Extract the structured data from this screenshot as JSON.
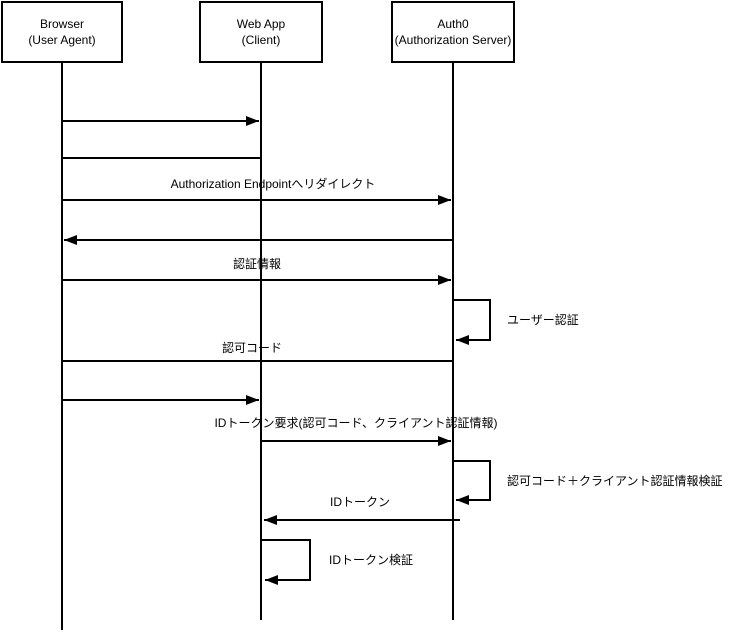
{
  "diagram": {
    "kind": "sequence-diagram",
    "background_color": "#ffffff",
    "line_color": "#000000",
    "text_color": "#000000"
  },
  "actors": [
    {
      "id": "browser",
      "line1": "Browser",
      "line2": "(User Agent)"
    },
    {
      "id": "web-app",
      "line1": "Web App",
      "line2": "(Client)"
    },
    {
      "id": "auth0",
      "line1": "Auth0",
      "line2": "(Authorization Server)"
    }
  ],
  "messages": [
    {
      "from": "Browser",
      "to": "Web App",
      "label": "",
      "style": "arrow"
    },
    {
      "from": "Browser",
      "to": "Web App",
      "label": "",
      "style": "plain-line"
    },
    {
      "from": "Browser",
      "to": "Auth0",
      "label": "Authorization Endpointへリダイレクト",
      "style": "arrow"
    },
    {
      "from": "Auth0",
      "to": "Browser",
      "label": "",
      "style": "arrow"
    },
    {
      "from": "Browser",
      "to": "Auth0",
      "label": "認証情報",
      "style": "arrow"
    },
    {
      "from": "Auth0",
      "to": "Auth0",
      "label": "ユーザー認証",
      "style": "self-loop"
    },
    {
      "from": "Browser",
      "to": "Auth0",
      "label": "認可コード",
      "style": "plain-line"
    },
    {
      "from": "Browser",
      "to": "Web App",
      "label": "",
      "style": "arrow"
    },
    {
      "from": "Web App",
      "to": "Auth0",
      "label": "IDトークン要求(認可コード、クライアント認証情報)",
      "style": "arrow"
    },
    {
      "from": "Auth0",
      "to": "Auth0",
      "label": "認可コード＋クライアント認証情報検証",
      "style": "self-loop"
    },
    {
      "from": "Auth0",
      "to": "Web App",
      "label": "IDトークン",
      "style": "arrow"
    },
    {
      "from": "Web App",
      "to": "Web App",
      "label": "IDトークン検証",
      "style": "self-loop"
    }
  ]
}
